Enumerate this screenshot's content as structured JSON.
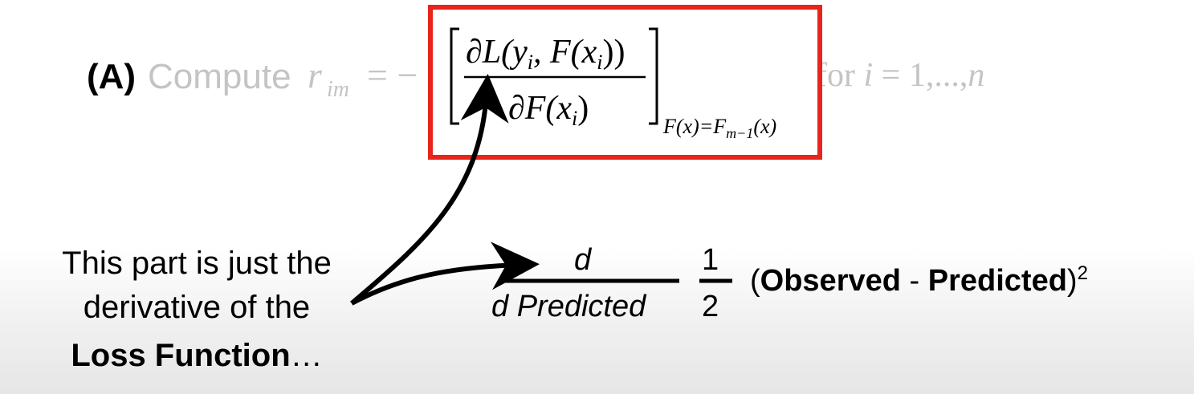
{
  "step": {
    "label": "(A)",
    "compute_text": "Compute",
    "r_symbol": "r",
    "r_subscript": "im",
    "equals_minus": "= −",
    "for_word": "for",
    "for_var": "i",
    "for_range": "= 1,...,",
    "for_end": "n"
  },
  "highlight": {
    "numerator_prefix": "∂L(y",
    "numerator_sub1": "i",
    "numerator_mid": ", F(x",
    "numerator_sub2": "i",
    "numerator_suffix": "))",
    "denominator_prefix": "∂F(x",
    "denominator_sub": "i",
    "denominator_suffix": ")",
    "eval_prefix": "F(x)=F",
    "eval_sub": "m−1",
    "eval_suffix": "(x)",
    "box_color": "#e8251b"
  },
  "annotation": {
    "line1": "This part is just the",
    "line2": "derivative of the",
    "line3_bold": "Loss Function",
    "line3_rest": "…"
  },
  "loss_expression": {
    "d_numerator": "d",
    "d_denominator": "d Predicted",
    "half_numerator": "1",
    "half_denominator": "2",
    "open_paren": "(",
    "observed": "Observed",
    "minus": " - ",
    "predicted": "Predicted",
    "close_paren": ")",
    "exponent": "2"
  },
  "colors": {
    "muted_text": "#c4c4c4",
    "text": "#000000",
    "highlight": "#e8251b"
  }
}
